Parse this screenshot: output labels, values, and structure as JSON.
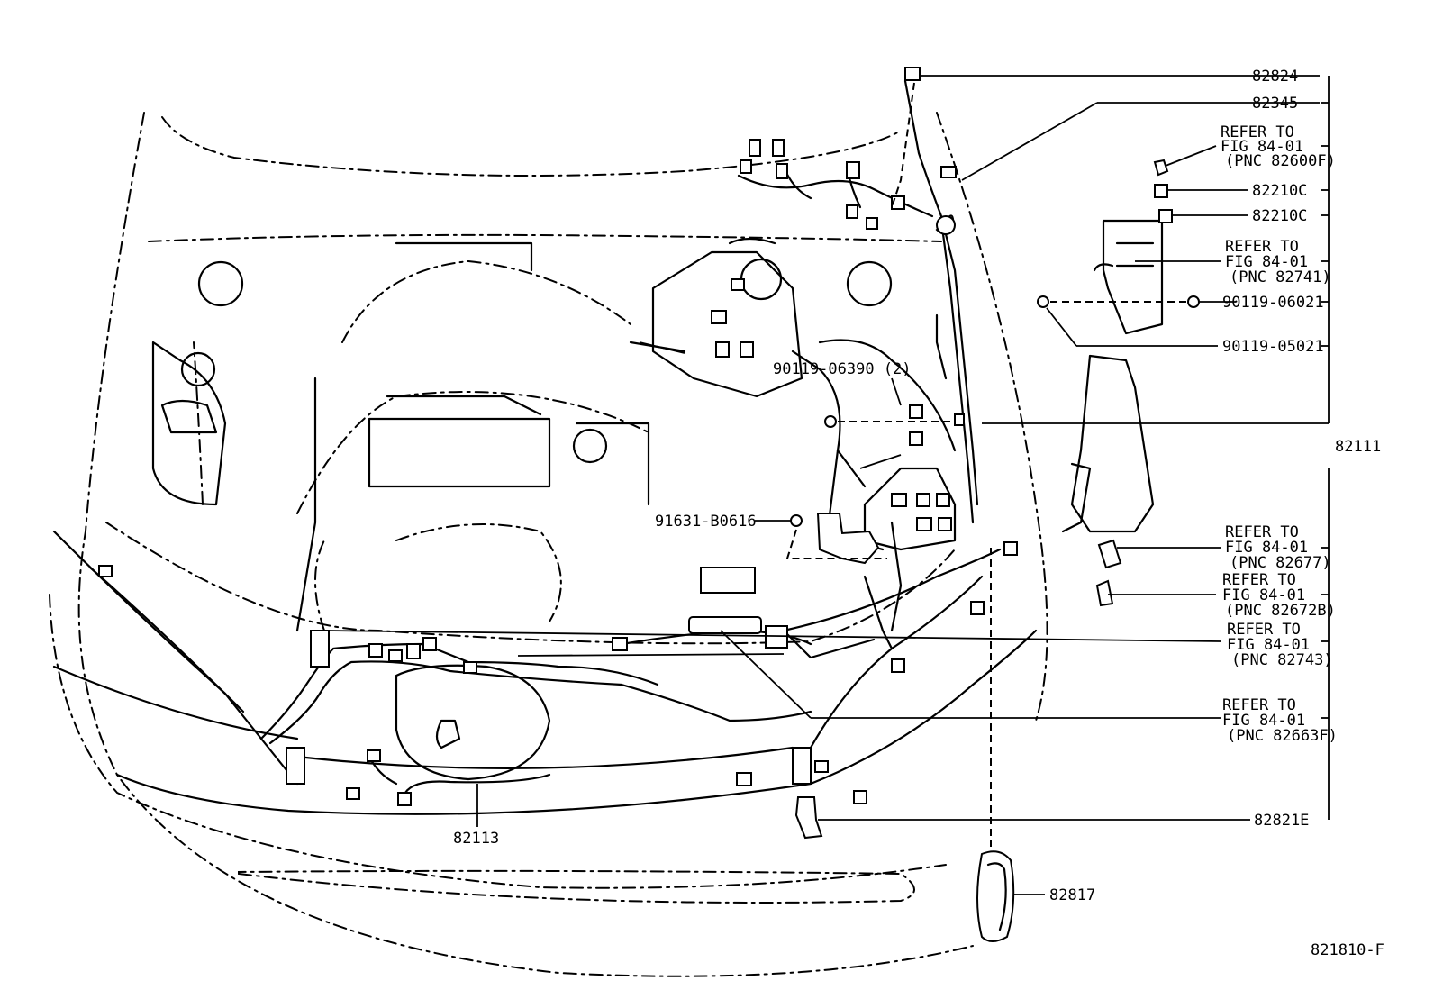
{
  "labels": {
    "p82824": "82824",
    "p82345": "82345",
    "ref_82600f": [
      "REFER TO",
      "FIG 84-01",
      "(PNC 82600F)"
    ],
    "p82210c_a": "82210C",
    "p82210c_b": "82210C",
    "ref_82741": [
      "REFER TO",
      "FIG 84-01",
      "(PNC 82741)"
    ],
    "p90119_06021": "90119-06021",
    "p90119_05021": "90119-05021",
    "p90119_06390": "90119-06390 (2)",
    "p82111": "82111",
    "p91631": "91631-B0616",
    "ref_82677": [
      "REFER TO",
      "FIG 84-01",
      "(PNC 82677)"
    ],
    "ref_82672b": [
      "REFER TO",
      "FIG 84-01",
      "(PNC 82672B)"
    ],
    "ref_82743": [
      "REFER TO",
      "FIG 84-01",
      "(PNC 82743)"
    ],
    "ref_82663f": [
      "REFER TO",
      "FIG 84-01",
      "(PNC 82663F)"
    ],
    "p82821e": "82821E",
    "p82113": "82113",
    "p82817": "82817",
    "figure_id": "821810-F"
  }
}
